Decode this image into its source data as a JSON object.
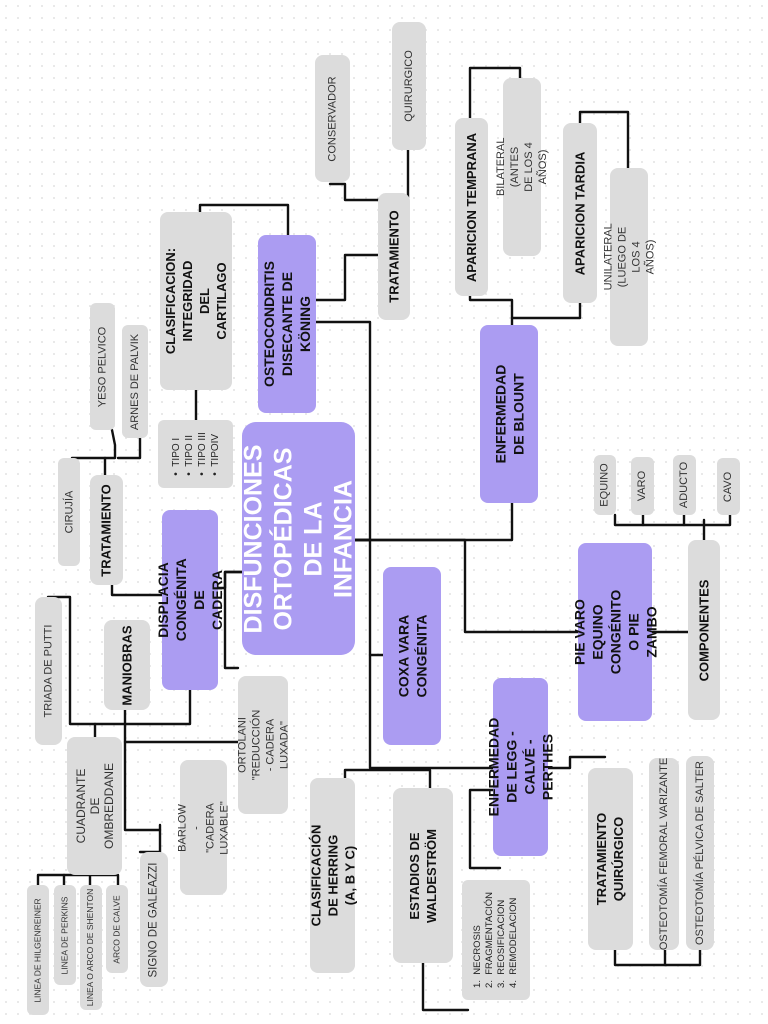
{
  "center": {
    "title": "DISFUNCIONES ORTOPÉDICAS DE LA INFANCIA"
  },
  "koning": {
    "title": "OSTEOCONDRITIS DISECANTE DE KÖNING",
    "clasificacion": "CLASIFICACION: INTEGRIDAD DEL CARTILAGO",
    "tipos": [
      "TIPO I",
      "TIPO II",
      "TIPO III",
      "TIPOIV"
    ],
    "tratamiento": "TRATAMIENTO",
    "conservador": "CONSERVADOR",
    "quirurgico": "QUIRURGICO"
  },
  "blount": {
    "title": "ENFERMEDAD DE BLOUNT",
    "temprana": "APARICION TEMPRANA",
    "temprana_desc": "BILATERAL (ANTES DE LOS 4 AÑOS)",
    "tardia": "APARICION TARDIA",
    "tardia_desc": "UNILATERAL (LUEGO DE LOS 4 AÑOS)"
  },
  "pie": {
    "title": "PIE VARO EQUINO CONGÉNITO O PIE ZAMBO",
    "componentes": "COMPONENTES",
    "items": [
      "EQUINO",
      "VARO",
      "ADUCTO",
      "CAVO"
    ]
  },
  "coxa": {
    "title": "COXA VARA CONGÉNITA"
  },
  "legg": {
    "title": "ENFERMEDAD DE LEGG - CALVÉ - PERTHES",
    "herring": "CLASIFICACIÓN DE HERRING (A, B Y C)",
    "waldestrom": "ESTADIOS DE WALDESTRÖM",
    "estadios": [
      "NECROSIS",
      "FRAGMENTACIÓN",
      "REOSIFICACION",
      "REMODELACION"
    ],
    "tratamiento": "TRATAMIENTO QUIRÚRGICO",
    "osteotomia_femoral": "OSTEOTOMÍA FEMORAL VARIZANTE",
    "osteotomia_pelvica": "OSTEOTOMÍA PÉLVICA DE SALTER"
  },
  "displacia": {
    "title": "DISPLACIA CONGÉNITA DE CADERA",
    "tratamiento": "TRATAMIENTO",
    "cirugia": "CIRUJÍA",
    "yeso": "YESO PELVICO",
    "arnes": "ARNES DE PALVIK",
    "maniobras": "MANIOBRAS",
    "ortolani": "ORTOLANI \"REDUCCIÓN - CADERA LUXADA\"",
    "barlow": "BARLOW - \"CADERA LUXABLE\"",
    "galeazzi": "SIGNO DE GALEAZZI",
    "triada": "TRIADA DE PUTTI",
    "cuadrante": "CUADRANTE DE OMBREDDANE",
    "lineas": [
      "LINEA DE HILGENREINER",
      "LINEA DE PERKINS",
      "LINEA O ARCO DE SHENTON",
      "ARCO DE CALVE"
    ]
  }
}
